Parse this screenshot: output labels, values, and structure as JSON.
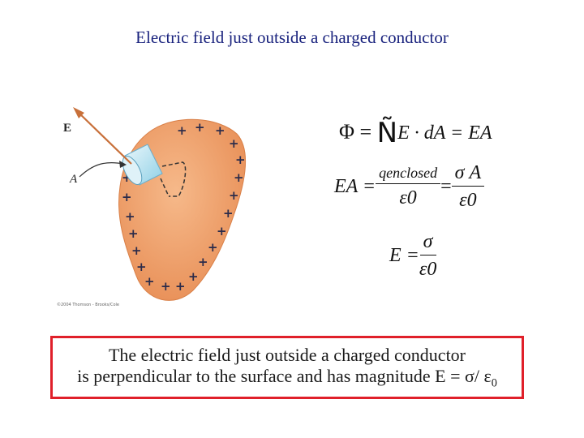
{
  "slide": {
    "title": "Electric field just outside a charged conductor"
  },
  "figure": {
    "label_E": "E",
    "label_A": "A",
    "copyright": "©2004 Thomson - Brooks/Cole",
    "colors": {
      "conductor": "#f0a06a",
      "arrow": "#c8703a",
      "plus": "#2b2b4a"
    }
  },
  "equations": {
    "eq1_lhs": "Φ = ",
    "eq1_glyph": "Ñ",
    "eq1_rhs": "E · dA = EA",
    "eq2_lhs": "EA = ",
    "eq2_num1": "qenclosed",
    "eq2_den1": "ε0",
    "eq2_eq": " = ",
    "eq2_num2": "σ A",
    "eq2_den2": "ε0",
    "eq3_lhs": "E = ",
    "eq3_num": "σ",
    "eq3_den": "ε0"
  },
  "callout": {
    "line1": "The electric field just outside a charged conductor",
    "line2_prefix": "is perpendicular to the surface and has magnitude E = σ/ ε",
    "line2_sub": "0",
    "border_color": "#e0202a"
  }
}
